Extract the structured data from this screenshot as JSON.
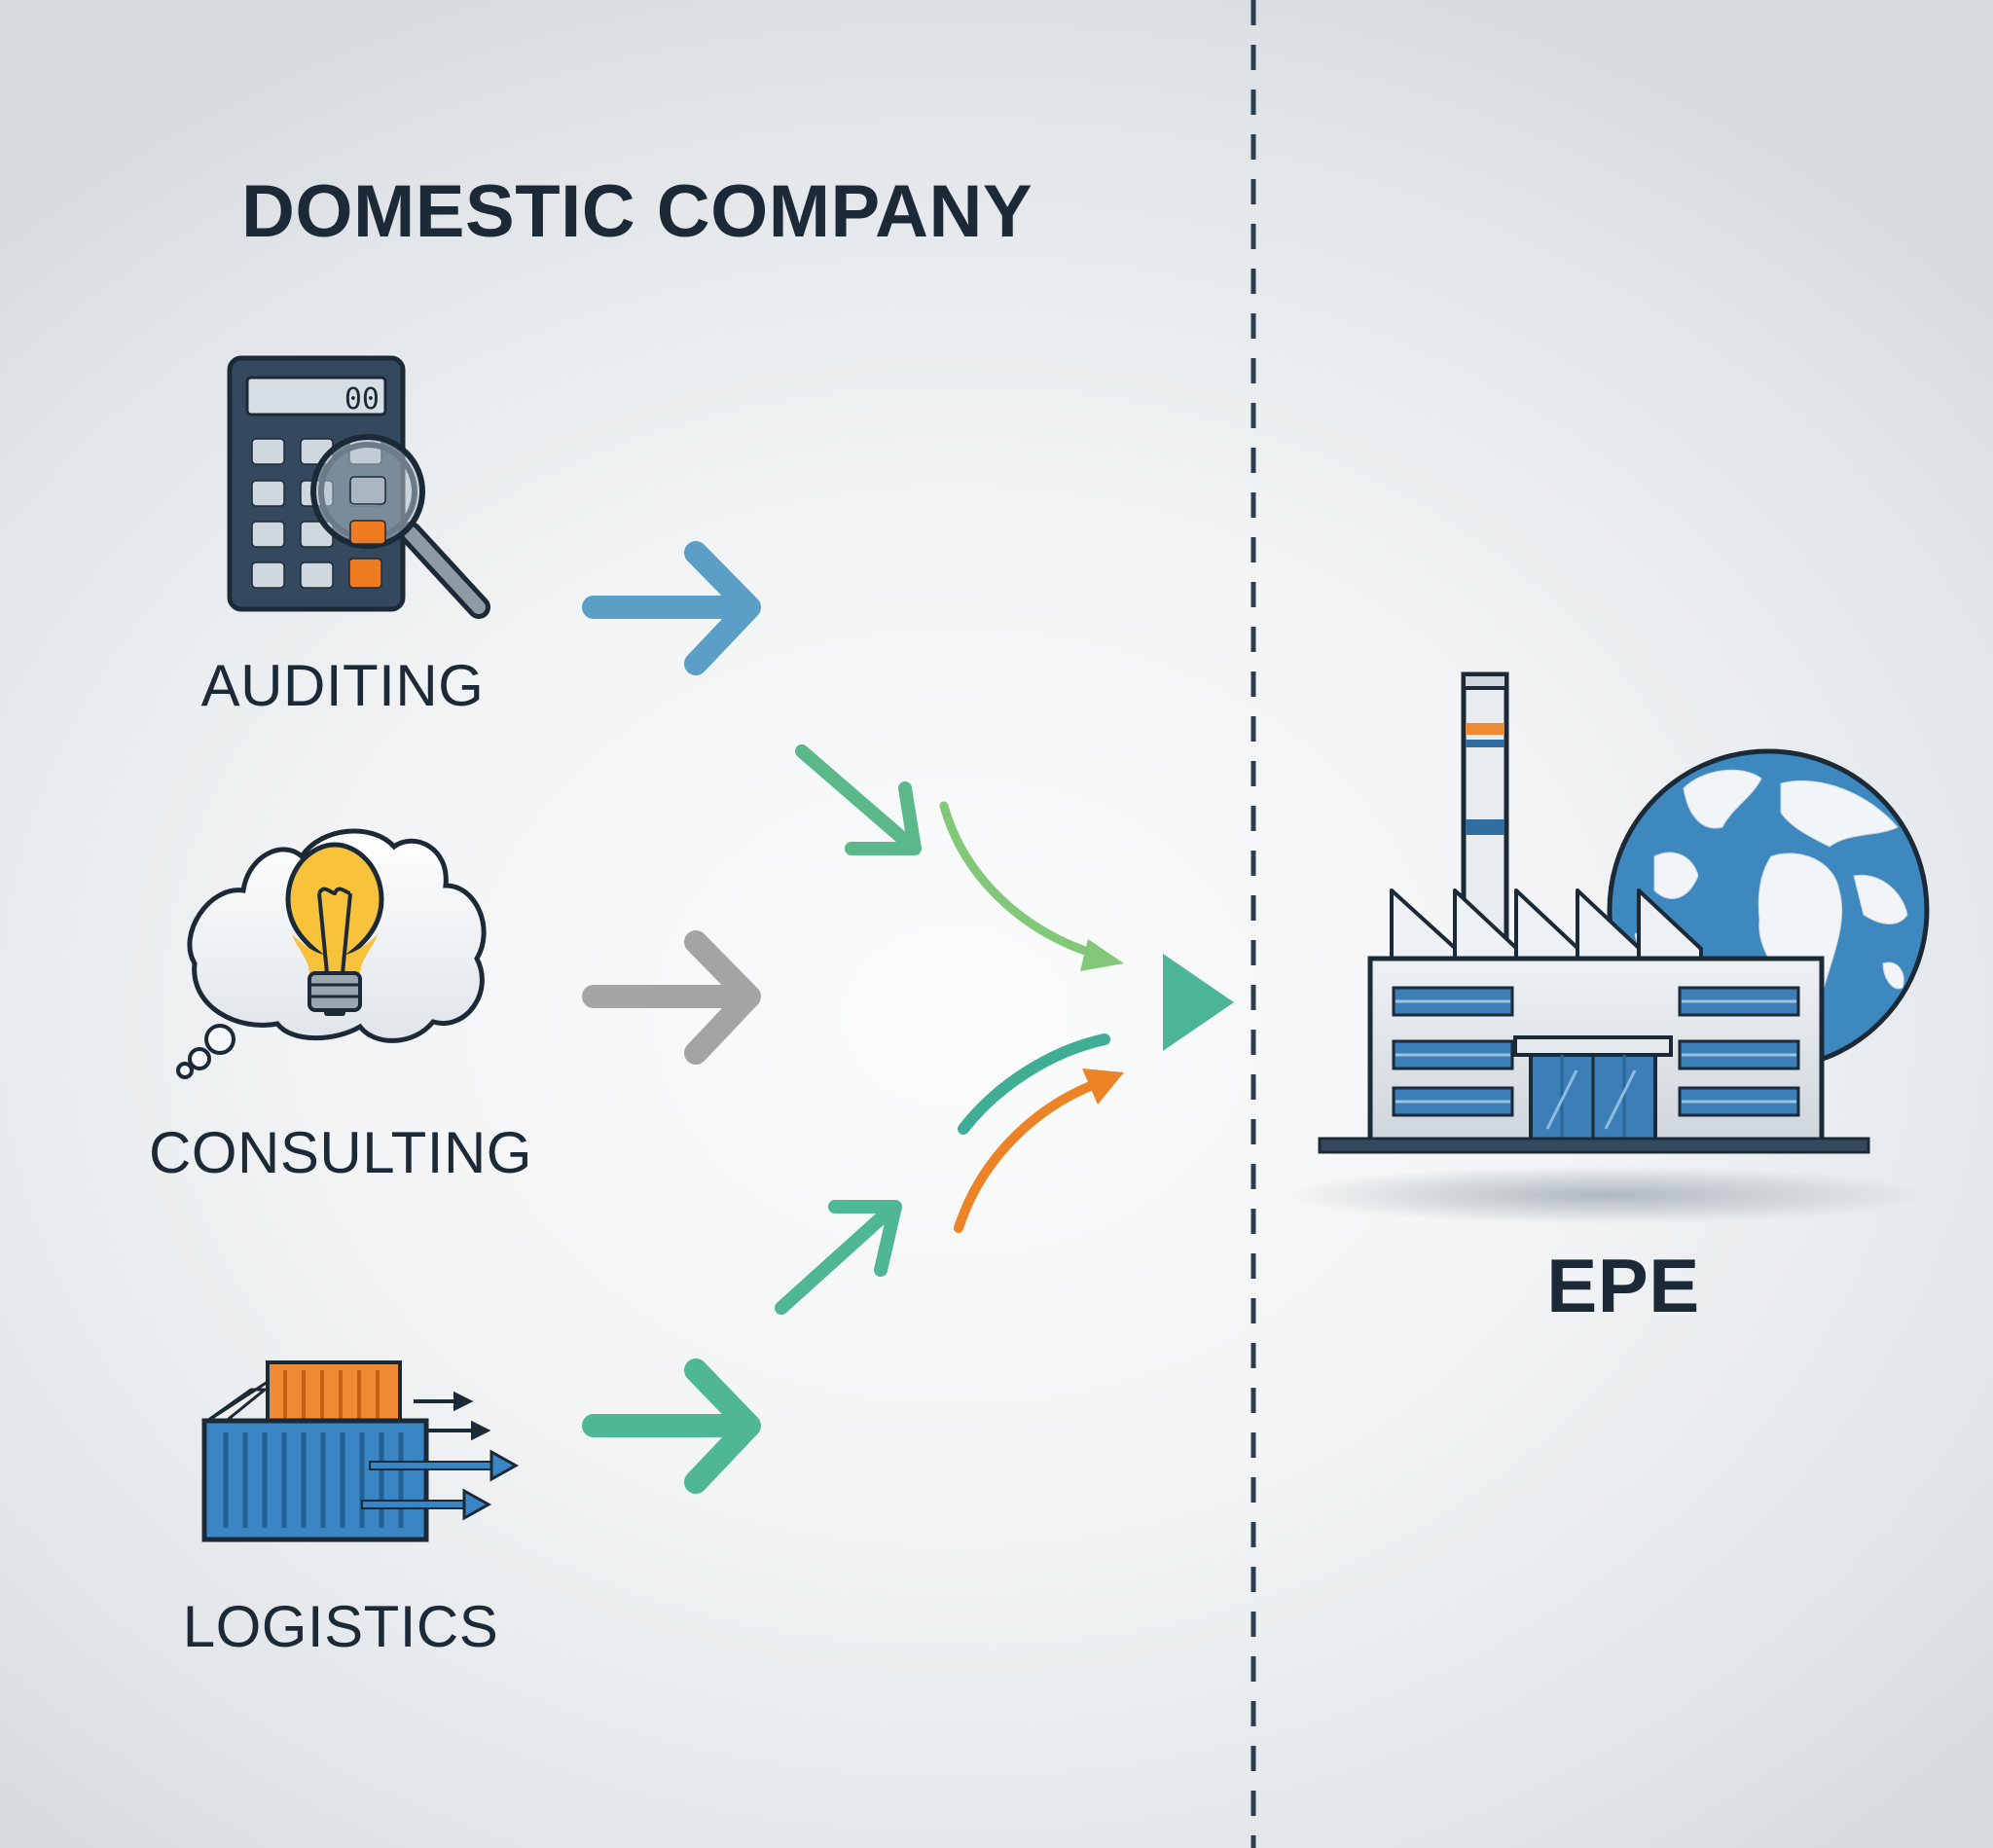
{
  "diagram": {
    "title": "DOMESTIC COMPANY",
    "services": [
      {
        "label": "AUDITING",
        "icon": "calculator-magnifier-icon",
        "display": "00"
      },
      {
        "label": "CONSULTING",
        "icon": "lightbulb-thought-icon"
      },
      {
        "label": "LOGISTICS",
        "icon": "shipping-container-icon"
      }
    ],
    "target": {
      "label": "EPE",
      "icon": "factory-globe-icon"
    }
  },
  "colors": {
    "text": "#1c2a38",
    "blue": "#5b9ec6",
    "gray": "#a2a4a6",
    "teal": "#4fb796",
    "green": "#82c878",
    "orange": "#ec8326",
    "divider": "#2c3e50"
  }
}
